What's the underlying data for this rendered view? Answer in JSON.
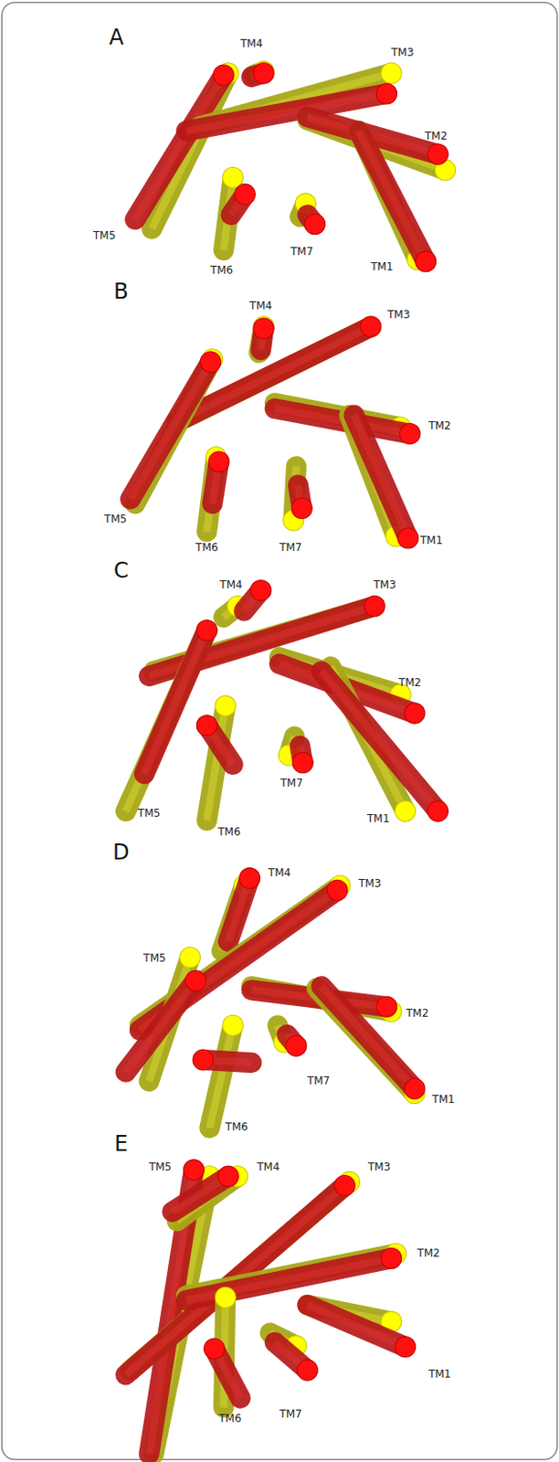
{
  "diagram": {
    "labels": [
      "A",
      "TM4",
      "TM3",
      "TM2",
      "TM5",
      "TM6",
      "TM7",
      "TM1",
      "B",
      "TM4",
      "TM3",
      "TM2",
      "TM5",
      "TM6",
      "TM7",
      "TM1",
      "C",
      "TM4",
      "TM3",
      "TM2",
      "TM5",
      "TM6",
      "TM7",
      "TM1",
      "D",
      "TM4",
      "TM5",
      "TM3",
      "TM2",
      "TM7",
      "TM1",
      "TM6",
      "E",
      "TM5",
      "TM4",
      "TM3",
      "TM2",
      "TM1",
      "TM7",
      "TM6"
    ]
  }
}
